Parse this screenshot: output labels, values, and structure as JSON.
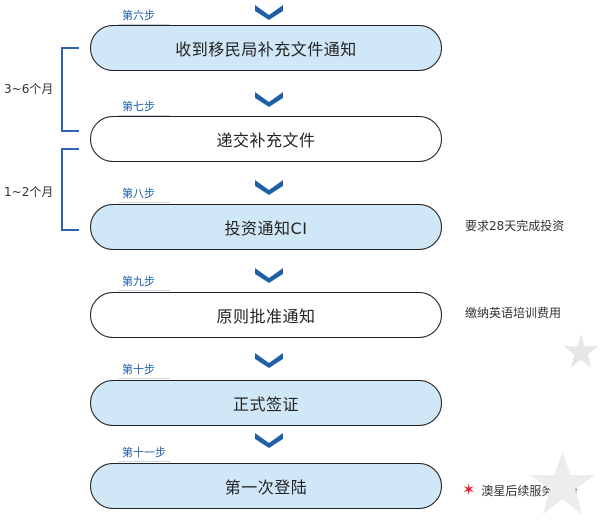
{
  "steps": [
    {
      "label": "第六步",
      "title": "收到移民局补充文件通知",
      "style": "blue"
    },
    {
      "label": "第七步",
      "title": "递交补充文件",
      "style": "white"
    },
    {
      "label": "第八步",
      "title": "投资通知CI",
      "style": "blue"
    },
    {
      "label": "第九步",
      "title": "原则批准通知",
      "style": "white"
    },
    {
      "label": "第十步",
      "title": "正式签证",
      "style": "blue"
    },
    {
      "label": "第十一步",
      "title": "第一次登陆",
      "style": "blue"
    }
  ],
  "durations": [
    {
      "text": "3~6个月"
    },
    {
      "text": "1~2个月"
    }
  ],
  "notes": [
    {
      "text": "要求28天完成投资"
    },
    {
      "text": "缴纳英语培训费用"
    },
    {
      "text": "澳星后续服务开始",
      "star_icon": "red-asterisk-icon"
    }
  ],
  "colors": {
    "accent": "#1f5fa8",
    "pill_blue": "#cfe7f6",
    "bracket": "#2f62b0",
    "star_red": "#e0202a"
  }
}
